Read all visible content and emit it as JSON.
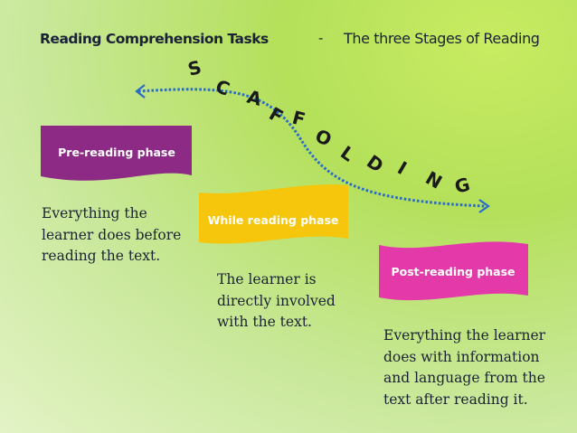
{
  "header": {
    "title_left": "Reading Comprehension Tasks",
    "dash": "-",
    "title_right": "The three Stages of Reading"
  },
  "scaffolding": {
    "letters": [
      "S",
      "C",
      "A",
      "F",
      "F",
      "O",
      "L",
      "D",
      "I",
      "N",
      "G"
    ],
    "arrow_color": "#2b6cc7"
  },
  "phases": [
    {
      "label": "Pre-reading phase",
      "fill": "#8d2a86",
      "text_color": "#ffffff"
    },
    {
      "label": "While reading phase",
      "fill": "#f6c60c",
      "text_color": "#ffffff"
    },
    {
      "label": "Post-reading phase",
      "fill": "#e43aa9",
      "text_color": "#ffffff"
    }
  ],
  "descriptions": {
    "pre": [
      "Everything the",
      "learner does before",
      "reading the text."
    ],
    "while": [
      "The learner is",
      "directly involved",
      "with the text."
    ],
    "post": [
      "Everything the learner",
      "does with information",
      "and language from the",
      "text after reading it."
    ]
  }
}
